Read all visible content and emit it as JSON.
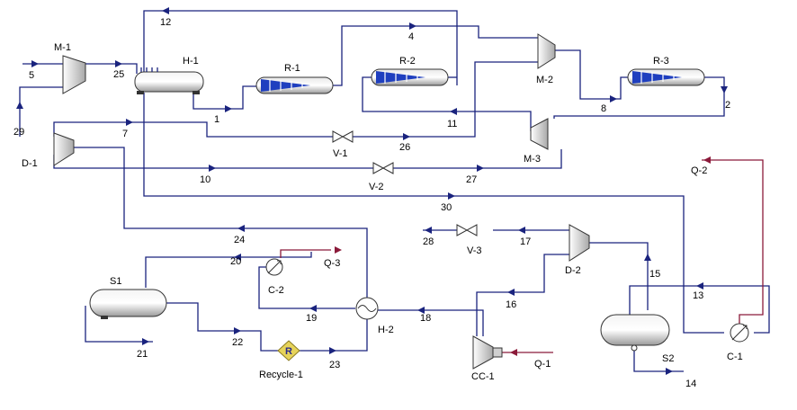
{
  "equipment": {
    "m1": "M-1",
    "h1": "H-1",
    "r1": "R-1",
    "r2": "R-2",
    "r3": "R-3",
    "m2": "M-2",
    "m3": "M-3",
    "d1": "D-1",
    "v1": "V-1",
    "v2": "V-2",
    "v3": "V-3",
    "d2": "D-2",
    "s1": "S1",
    "s2": "S2",
    "c1": "C-1",
    "c2": "C-2",
    "h2": "H-2",
    "cc1": "CC-1",
    "recycle": "Recycle-1",
    "recycle_symbol": "R"
  },
  "streams": {
    "s1": "1",
    "s2": "2",
    "s4": "4",
    "s5": "5",
    "s7": "7",
    "s8": "8",
    "s10": "10",
    "s11": "11",
    "s12": "12",
    "s13": "13",
    "s14": "14",
    "s15": "15",
    "s16": "16",
    "s17": "17",
    "s18": "18",
    "s19": "19",
    "s20": "20",
    "s21": "21",
    "s22": "22",
    "s23": "23",
    "s24": "24",
    "s25": "25",
    "s26": "26",
    "s27": "27",
    "s28": "28",
    "s29": "29",
    "s30": "30"
  },
  "energy_streams": {
    "q1": "Q-1",
    "q2": "Q-2",
    "q3": "Q-3"
  },
  "colors": {
    "material_stream": "#1a237e",
    "energy_stream": "#8b1a3a",
    "reactor_fill": "#1f3fbf"
  }
}
